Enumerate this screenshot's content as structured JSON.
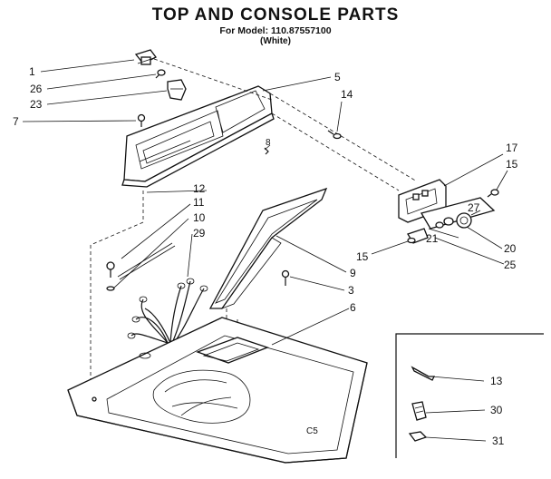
{
  "title": "TOP AND CONSOLE PARTS",
  "model_line": "For Model: 110.87557100",
  "variant": "(White)",
  "diagram_code": "C5",
  "callouts": {
    "n1": "1",
    "n26": "26",
    "n23": "23",
    "n7": "7",
    "n5": "5",
    "n14": "14",
    "n17": "17",
    "n15a": "15",
    "n27": "27",
    "n12": "12",
    "n11": "11",
    "n10": "10",
    "n29": "29",
    "n21": "21",
    "n20": "20",
    "n15b": "15",
    "n25": "25",
    "n9": "9",
    "n3": "3",
    "n6": "6",
    "n8": "8",
    "n13": "13",
    "n30": "30",
    "n31": "31"
  }
}
